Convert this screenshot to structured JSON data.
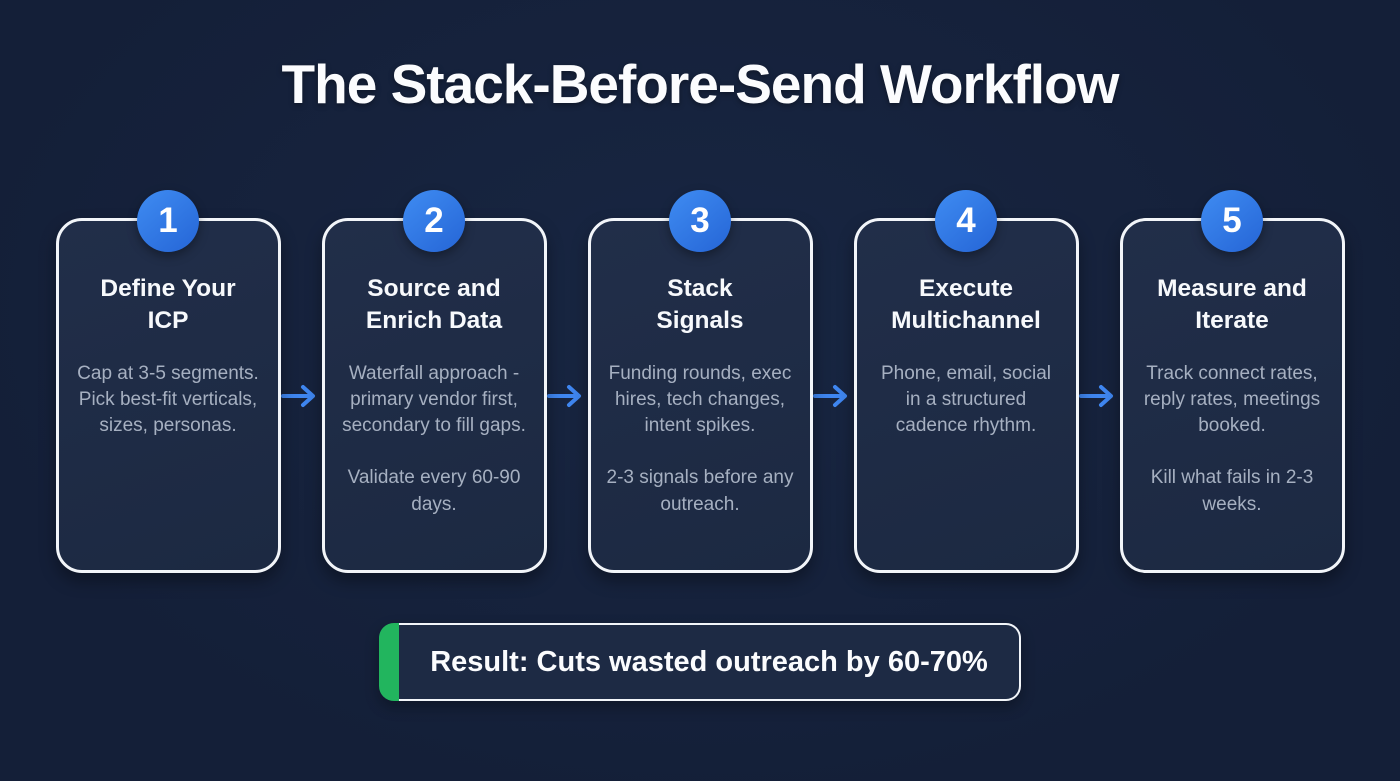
{
  "title": "The Stack-Before-Send Workflow",
  "colors": {
    "background": "#141f38",
    "card_fill": "#1e2b45",
    "card_border": "#f2f5f9",
    "badge_blue": "#2f7de6",
    "arrow_blue": "#3f86f0",
    "body_text": "#a6b0c1",
    "result_green": "#22b55e"
  },
  "steps": [
    {
      "number": "1",
      "title": "Define Your\nICP",
      "body1": "Cap at 3-5 segments. Pick best-fit verticals, sizes, personas."
    },
    {
      "number": "2",
      "title": "Source and\nEnrich Data",
      "body1": "Waterfall approach - primary vendor first, secondary to fill gaps.",
      "body2": "Validate every 60-90 days."
    },
    {
      "number": "3",
      "title": "Stack\nSignals",
      "body1": "Funding rounds, exec hires, tech changes, intent spikes.",
      "body2": "2-3 signals before any outreach."
    },
    {
      "number": "4",
      "title": "Execute\nMultichannel",
      "body1": "Phone, email, social in a structured cadence rhythm."
    },
    {
      "number": "5",
      "title": "Measure and\nIterate",
      "body1": "Track connect rates, reply rates, meetings booked.",
      "body2": "Kill what fails in 2-3 weeks."
    }
  ],
  "result": {
    "label": "Result: Cuts wasted outreach by 60-70%"
  }
}
